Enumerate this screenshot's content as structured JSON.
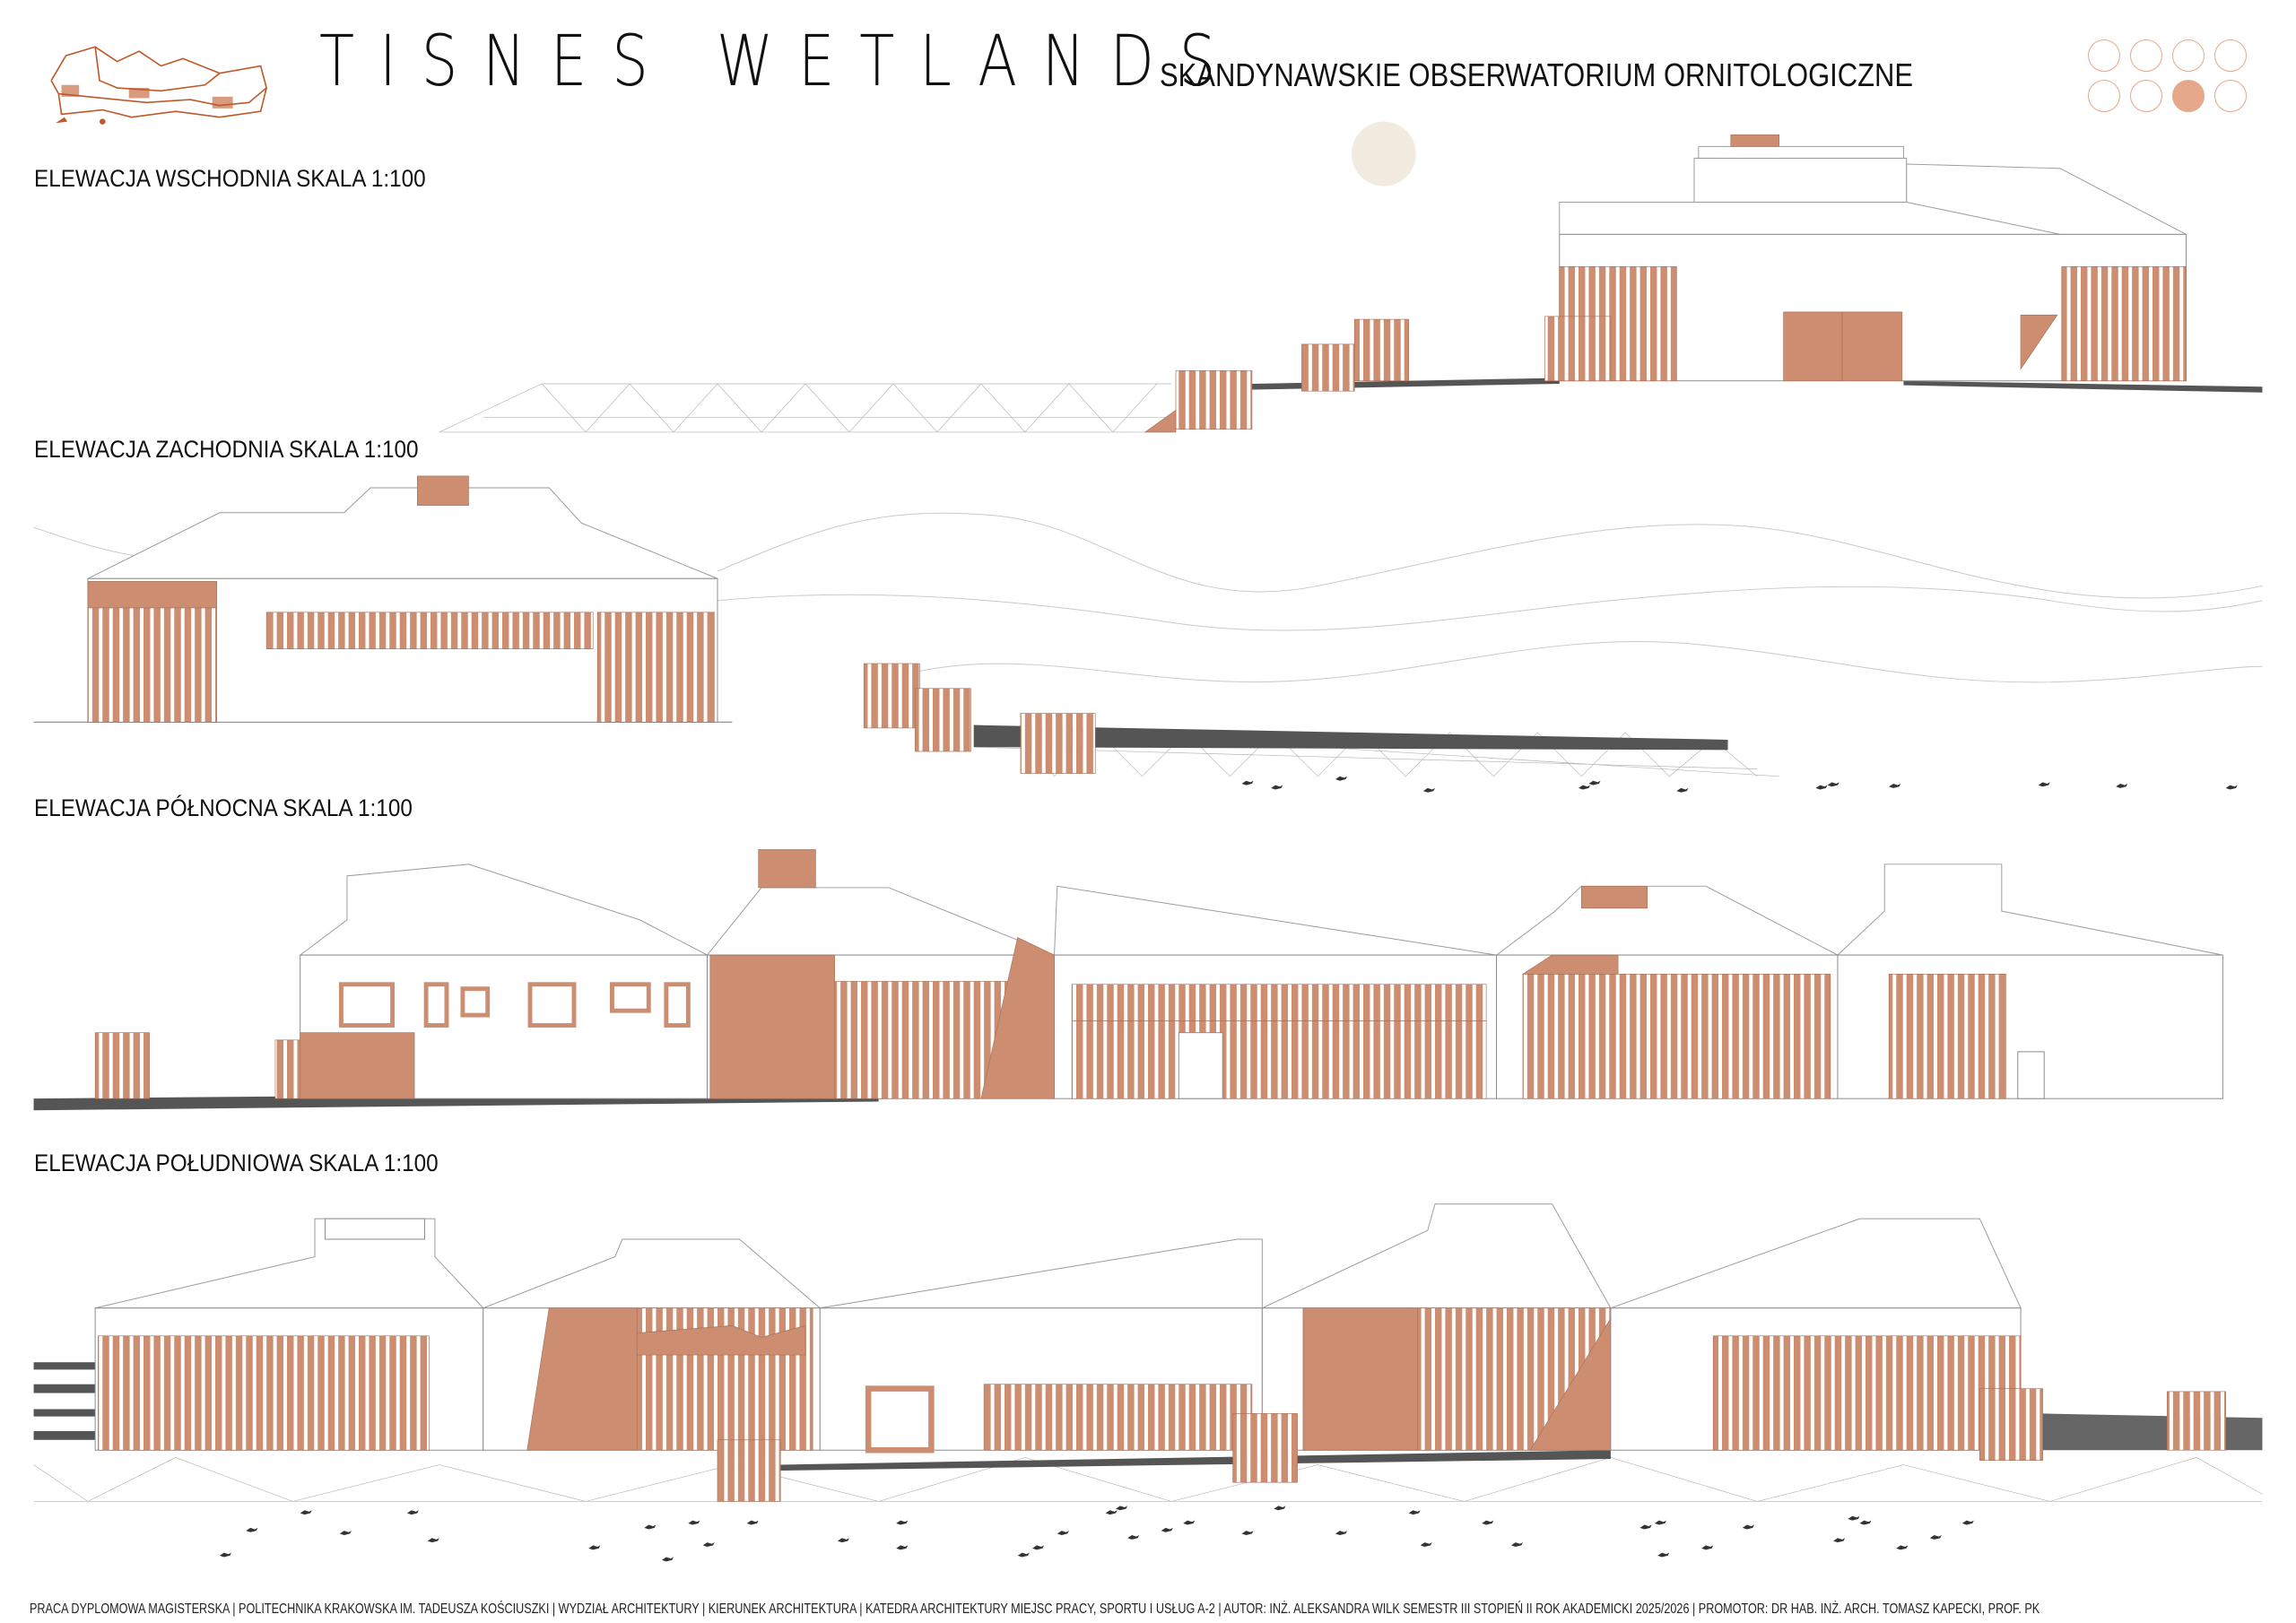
{
  "header": {
    "title": "TISNES WETLANDS",
    "subtitle": "SKANDYNAWSKIE OBSERWATORIUM ORNITOLOGICZNE",
    "page_indicator": {
      "total": 8,
      "active": 7
    }
  },
  "sections": [
    {
      "label": "ELEWACJA WSCHODNIA SKALA 1:100"
    },
    {
      "label": "ELEWACJA ZACHODNIA SKALA 1:100"
    },
    {
      "label": "ELEWACJA PÓŁNOCNA SKALA 1:100"
    },
    {
      "label": "ELEWACJA POŁUDNIOWA SKALA 1:100"
    }
  ],
  "footer": {
    "text": "PRACA DYPLOMOWA MAGISTERSKA | POLITECHNIKA KRAKOWSKA IM. TADEUSZA KOŚCIUSZKI | WYDZIAŁ ARCHITEKTURY | KIERUNEK ARCHITEKTURA | KATEDRA ARCHITEKTURY MIEJSC PRACY, SPORTU I USŁUG A-2 | AUTOR: INŻ. ALEKSANDRA WILK SEMESTR III STOPIEŃ II ROK AKADEMICKI 2025/2026 | PROMOTOR: DR HAB. INŻ. ARCH. TOMASZ KAPECKI, PROF. PK"
  },
  "colors": {
    "terracotta": "#cc8d70",
    "logo": "#c0592a",
    "sun": "#f1ebe0",
    "indicator": "#e6a88a",
    "ground": "#555555"
  }
}
